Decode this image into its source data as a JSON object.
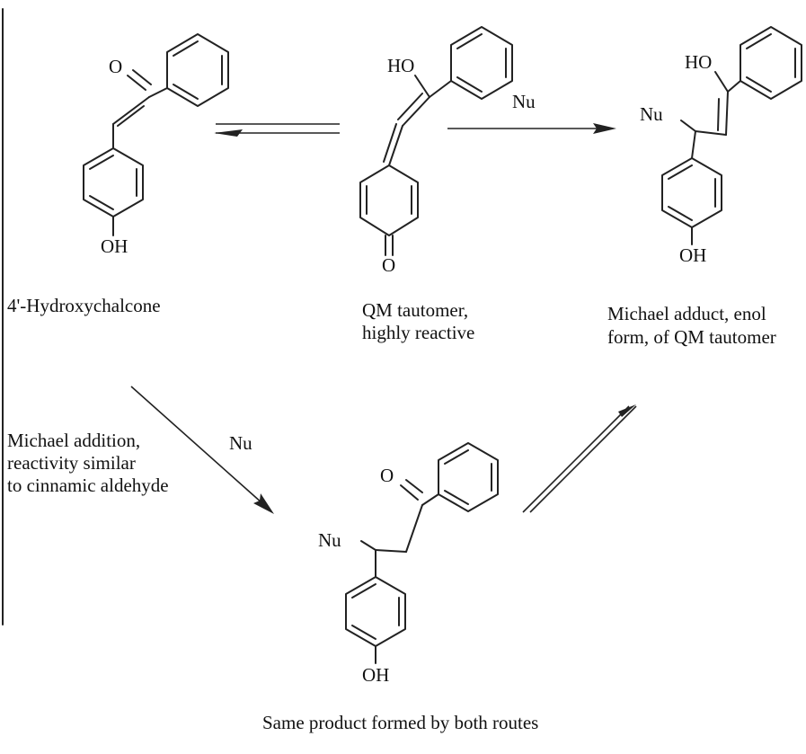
{
  "atoms": {
    "nu": "Nu",
    "o": "O",
    "ho": "HO",
    "oh": "OH"
  },
  "labels": {
    "hydroxychalcone": "4'-Hydroxychalcone",
    "qm_line1": "QM tautomer,",
    "qm_line2": "highly reactive",
    "adduct_line1": "Michael adduct, enol",
    "adduct_line2": "form, of QM tautomer",
    "addition_line1": "Michael addition,",
    "addition_line2": "reactivity similar",
    "addition_line3": "to cinnamic aldehyde",
    "product": "Same product formed by both routes"
  },
  "arrows": {
    "top_reagent": "Nu",
    "diagonal_reagent": "Nu"
  }
}
